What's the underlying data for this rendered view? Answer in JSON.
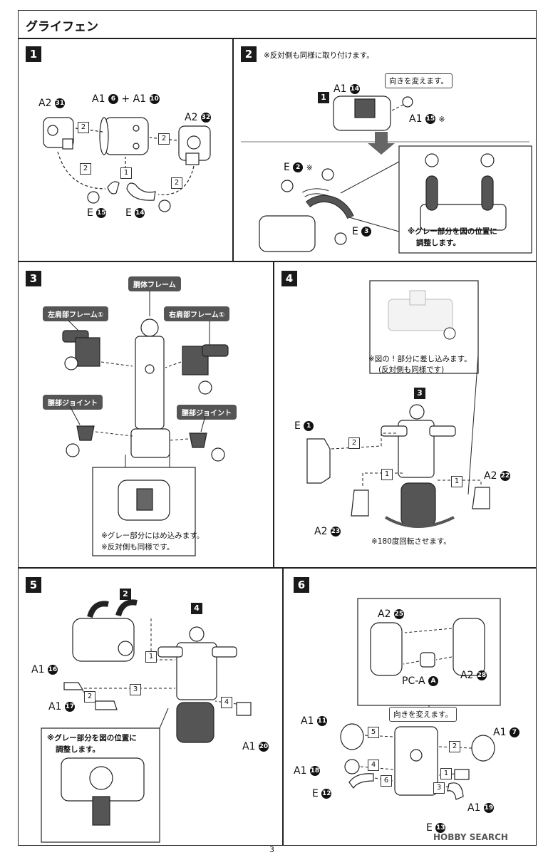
{
  "title": "グライフェン",
  "page_number": "3",
  "watermark": "HOBBY SEARCH",
  "steps": {
    "s1": {
      "no": "1",
      "labels": {
        "a2_31": {
          "part": "A2",
          "num": "31"
        },
        "a1_6": {
          "part": "A1",
          "num": "6"
        },
        "plus": "+",
        "a1_10": {
          "part": "A1",
          "num": "10"
        },
        "a2_32": {
          "part": "A2",
          "num": "32"
        },
        "e_15": {
          "part": "E",
          "num": "15"
        },
        "e_14": {
          "part": "E",
          "num": "14"
        }
      },
      "arrows": [
        "2",
        "2",
        "1",
        "2",
        "2"
      ]
    },
    "s2": {
      "no": "2",
      "note": "※反対側も同様に取り付けます。",
      "callout": "向きを変えます。",
      "sub_step": "1",
      "labels": {
        "a1_14": {
          "part": "A1",
          "num": "14"
        },
        "a1_15": {
          "part": "A1",
          "num": "15",
          "mark": "※"
        },
        "e_2": {
          "part": "E",
          "num": "2",
          "mark": "※"
        },
        "e_3": {
          "part": "E",
          "num": "3"
        }
      },
      "inset_note_1": "※グレー部分を図の位置に",
      "inset_note_2": "調整します。"
    },
    "s3": {
      "no": "3",
      "tags": {
        "body": "胴体フレーム",
        "left_shoulder": "左肩部フレーム①",
        "right_shoulder": "右肩部フレーム①",
        "waist_left": "腰部ジョイント",
        "waist_right": "腰部ジョイント"
      },
      "inset_note_1": "※グレー部分にはめ込みます。",
      "inset_note_2": "※反対側も同様です。"
    },
    "s4": {
      "no": "4",
      "inset_note_1": "※図の ! 部分に差し込みます。",
      "inset_note_2": "(反対側も同様です)",
      "sub_step": "3",
      "labels": {
        "e_1": {
          "part": "E",
          "num": "1"
        },
        "a2_22": {
          "part": "A2",
          "num": "22"
        },
        "a2_23": {
          "part": "A2",
          "num": "23"
        }
      },
      "arrows": [
        "2",
        "1",
        "1"
      ],
      "rotate_note": "※180度回転させます。"
    },
    "s5": {
      "no": "5",
      "sub_step_a": "2",
      "sub_step_b": "4",
      "labels": {
        "a1_16": {
          "part": "A1",
          "num": "16"
        },
        "a1_17": {
          "part": "A1",
          "num": "17"
        },
        "a1_20": {
          "part": "A1",
          "num": "20"
        }
      },
      "arrows": [
        "1",
        "2",
        "3",
        "4"
      ],
      "inset_note_1": "※グレー部分を図の位置に",
      "inset_note_2": "調整します。"
    },
    "s6": {
      "no": "6",
      "labels": {
        "a2_25": {
          "part": "A2",
          "num": "25"
        },
        "pca_a": {
          "part": "PC-A",
          "num": "A"
        },
        "a2_28": {
          "part": "A2",
          "num": "28"
        },
        "a1_11": {
          "part": "A1",
          "num": "11"
        },
        "a1_7": {
          "part": "A1",
          "num": "7"
        },
        "a1_18": {
          "part": "A1",
          "num": "18"
        },
        "e_12": {
          "part": "E",
          "num": "12"
        },
        "a1_19": {
          "part": "A1",
          "num": "19"
        },
        "e_13": {
          "part": "E",
          "num": "13"
        }
      },
      "callout": "向きを変えます。",
      "arrows": [
        "5",
        "2",
        "4",
        "1",
        "6",
        "3"
      ]
    }
  }
}
